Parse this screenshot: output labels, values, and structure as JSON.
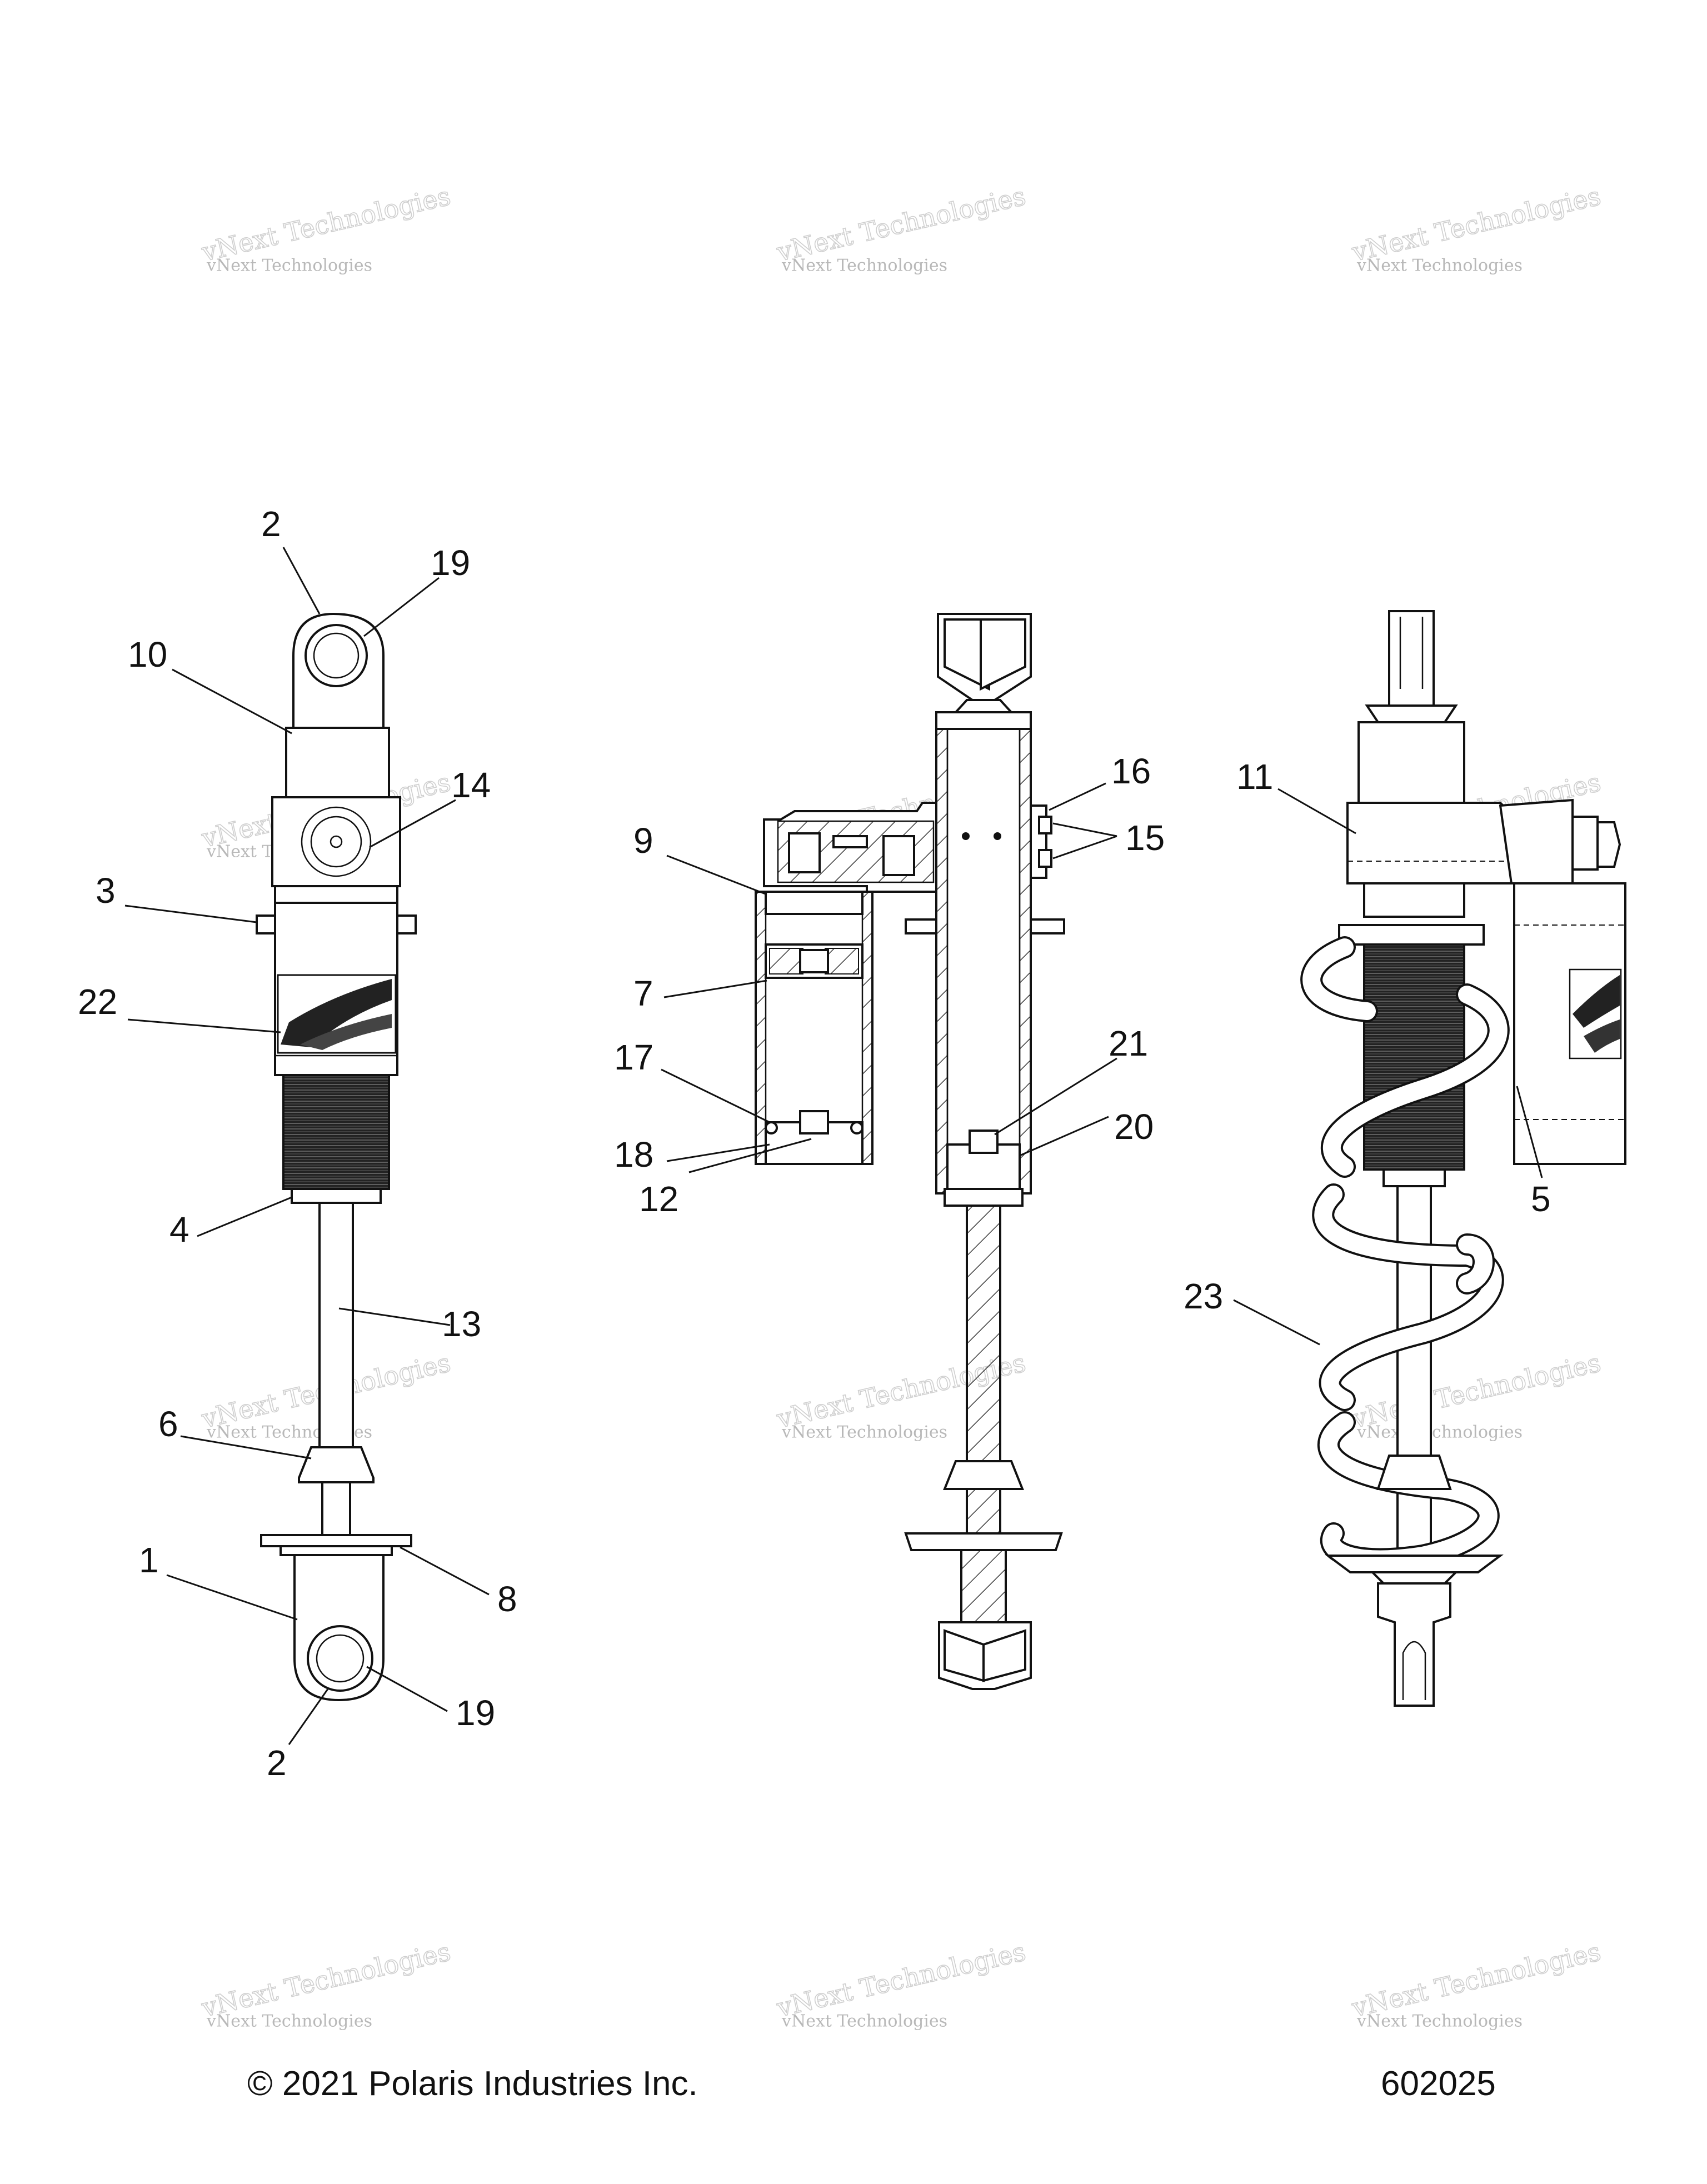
{
  "colors": {
    "line": "#111111",
    "background": "#ffffff",
    "watermark": "#c0c0c0"
  },
  "watermark": {
    "line1": "vNext Technologies",
    "line2": "vNext Technologies"
  },
  "callouts": {
    "c1": "1",
    "c2a": "2",
    "c2b": "2",
    "c3": "3",
    "c4": "4",
    "c5": "5",
    "c6": "6",
    "c7": "7",
    "c8": "8",
    "c9": "9",
    "c10": "10",
    "c11": "11",
    "c12": "12",
    "c13": "13",
    "c14": "14",
    "c15": "15",
    "c16": "16",
    "c17": "17",
    "c18": "18",
    "c19a": "19",
    "c19b": "19",
    "c20": "20",
    "c21": "21",
    "c22": "22",
    "c23": "23"
  },
  "footer": {
    "copyright": "© 2021 Polaris Industries Inc.",
    "drawing_number": "602025"
  }
}
